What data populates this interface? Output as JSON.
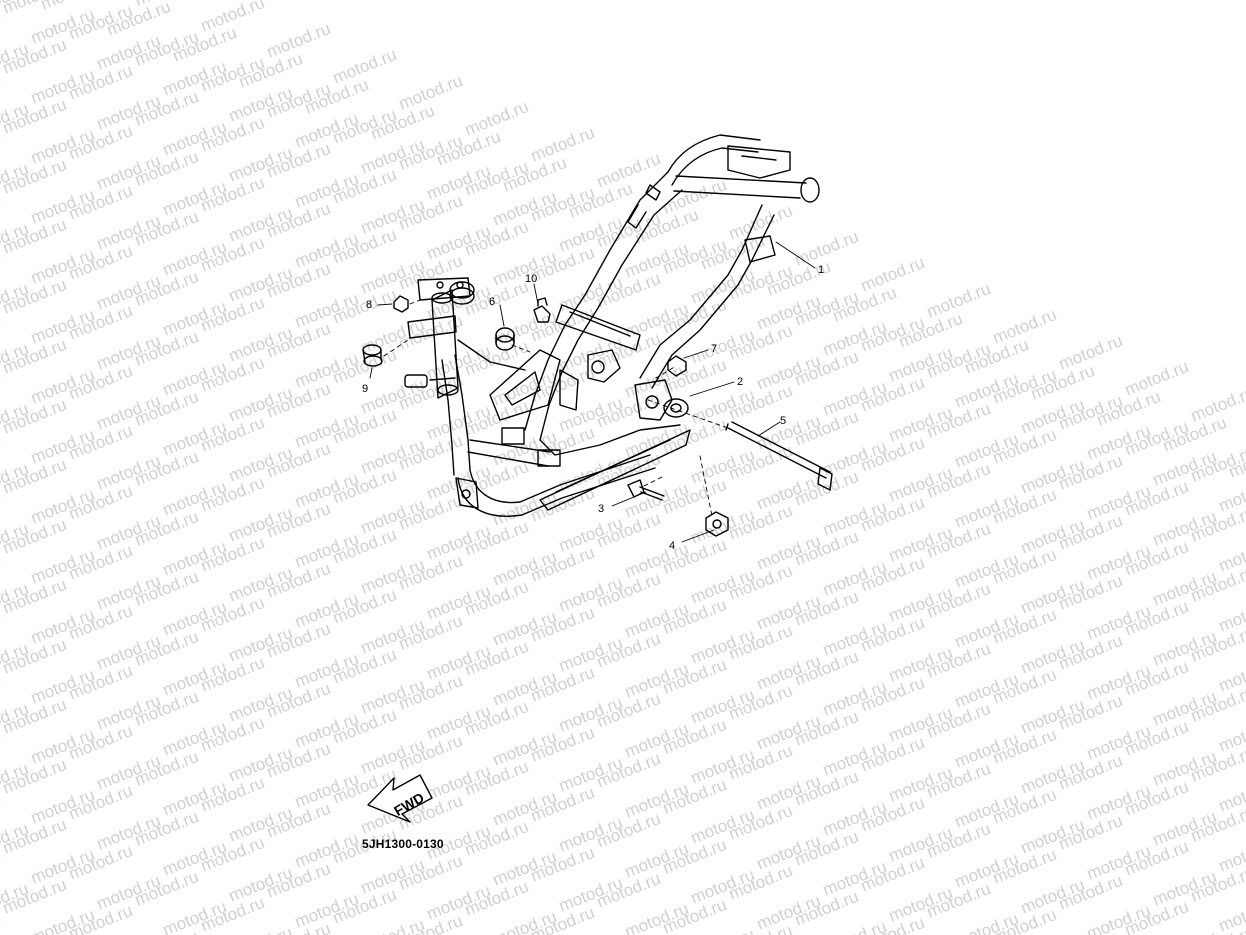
{
  "watermark": {
    "text": "motod.ru"
  },
  "diagram": {
    "drawing_number": "5JH1300-0130",
    "fwd_label": "FWD",
    "callouts": [
      "1",
      "2",
      "3",
      "4",
      "5",
      "6",
      "7",
      "8",
      "9",
      "10"
    ]
  }
}
